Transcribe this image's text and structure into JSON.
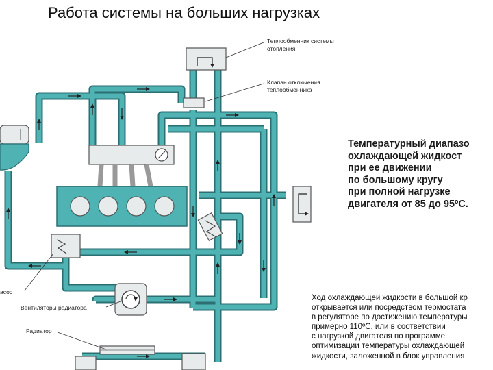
{
  "title": "Работа системы на больших нагрузках",
  "labels": {
    "heater_exchanger": [
      "Теплообменник системы",
      "отопления"
    ],
    "valve": [
      "Клапан отключения",
      "теплообменника"
    ],
    "pump": "асос",
    "fans": "Вентиляторы радиатора",
    "radiator": "Радиатор"
  },
  "range_text": [
    "Температурный диапазо",
    "охлаждающей жидкост",
    "при ее движении",
    "по большому кругу",
    "при полной нагрузке",
    "двигателя от 85 до 95ºС."
  ],
  "flow_text": [
    "Ход охлаждающей жидкости в большой кр",
    "открывается или посредством термостата",
    "в регуляторе по достижению температуры",
    "примерно 110ºС, или в соответствии",
    "с нагрузкой двигателя по программе",
    "оптимизации температуры охлаждающей",
    "жидкости, заложенной в блок управления"
  ],
  "colors": {
    "coolant": "#4fb3b3",
    "coolant_outline": "#2b6f73",
    "component_fill": "#e8ebec",
    "component_outline": "#555555"
  }
}
